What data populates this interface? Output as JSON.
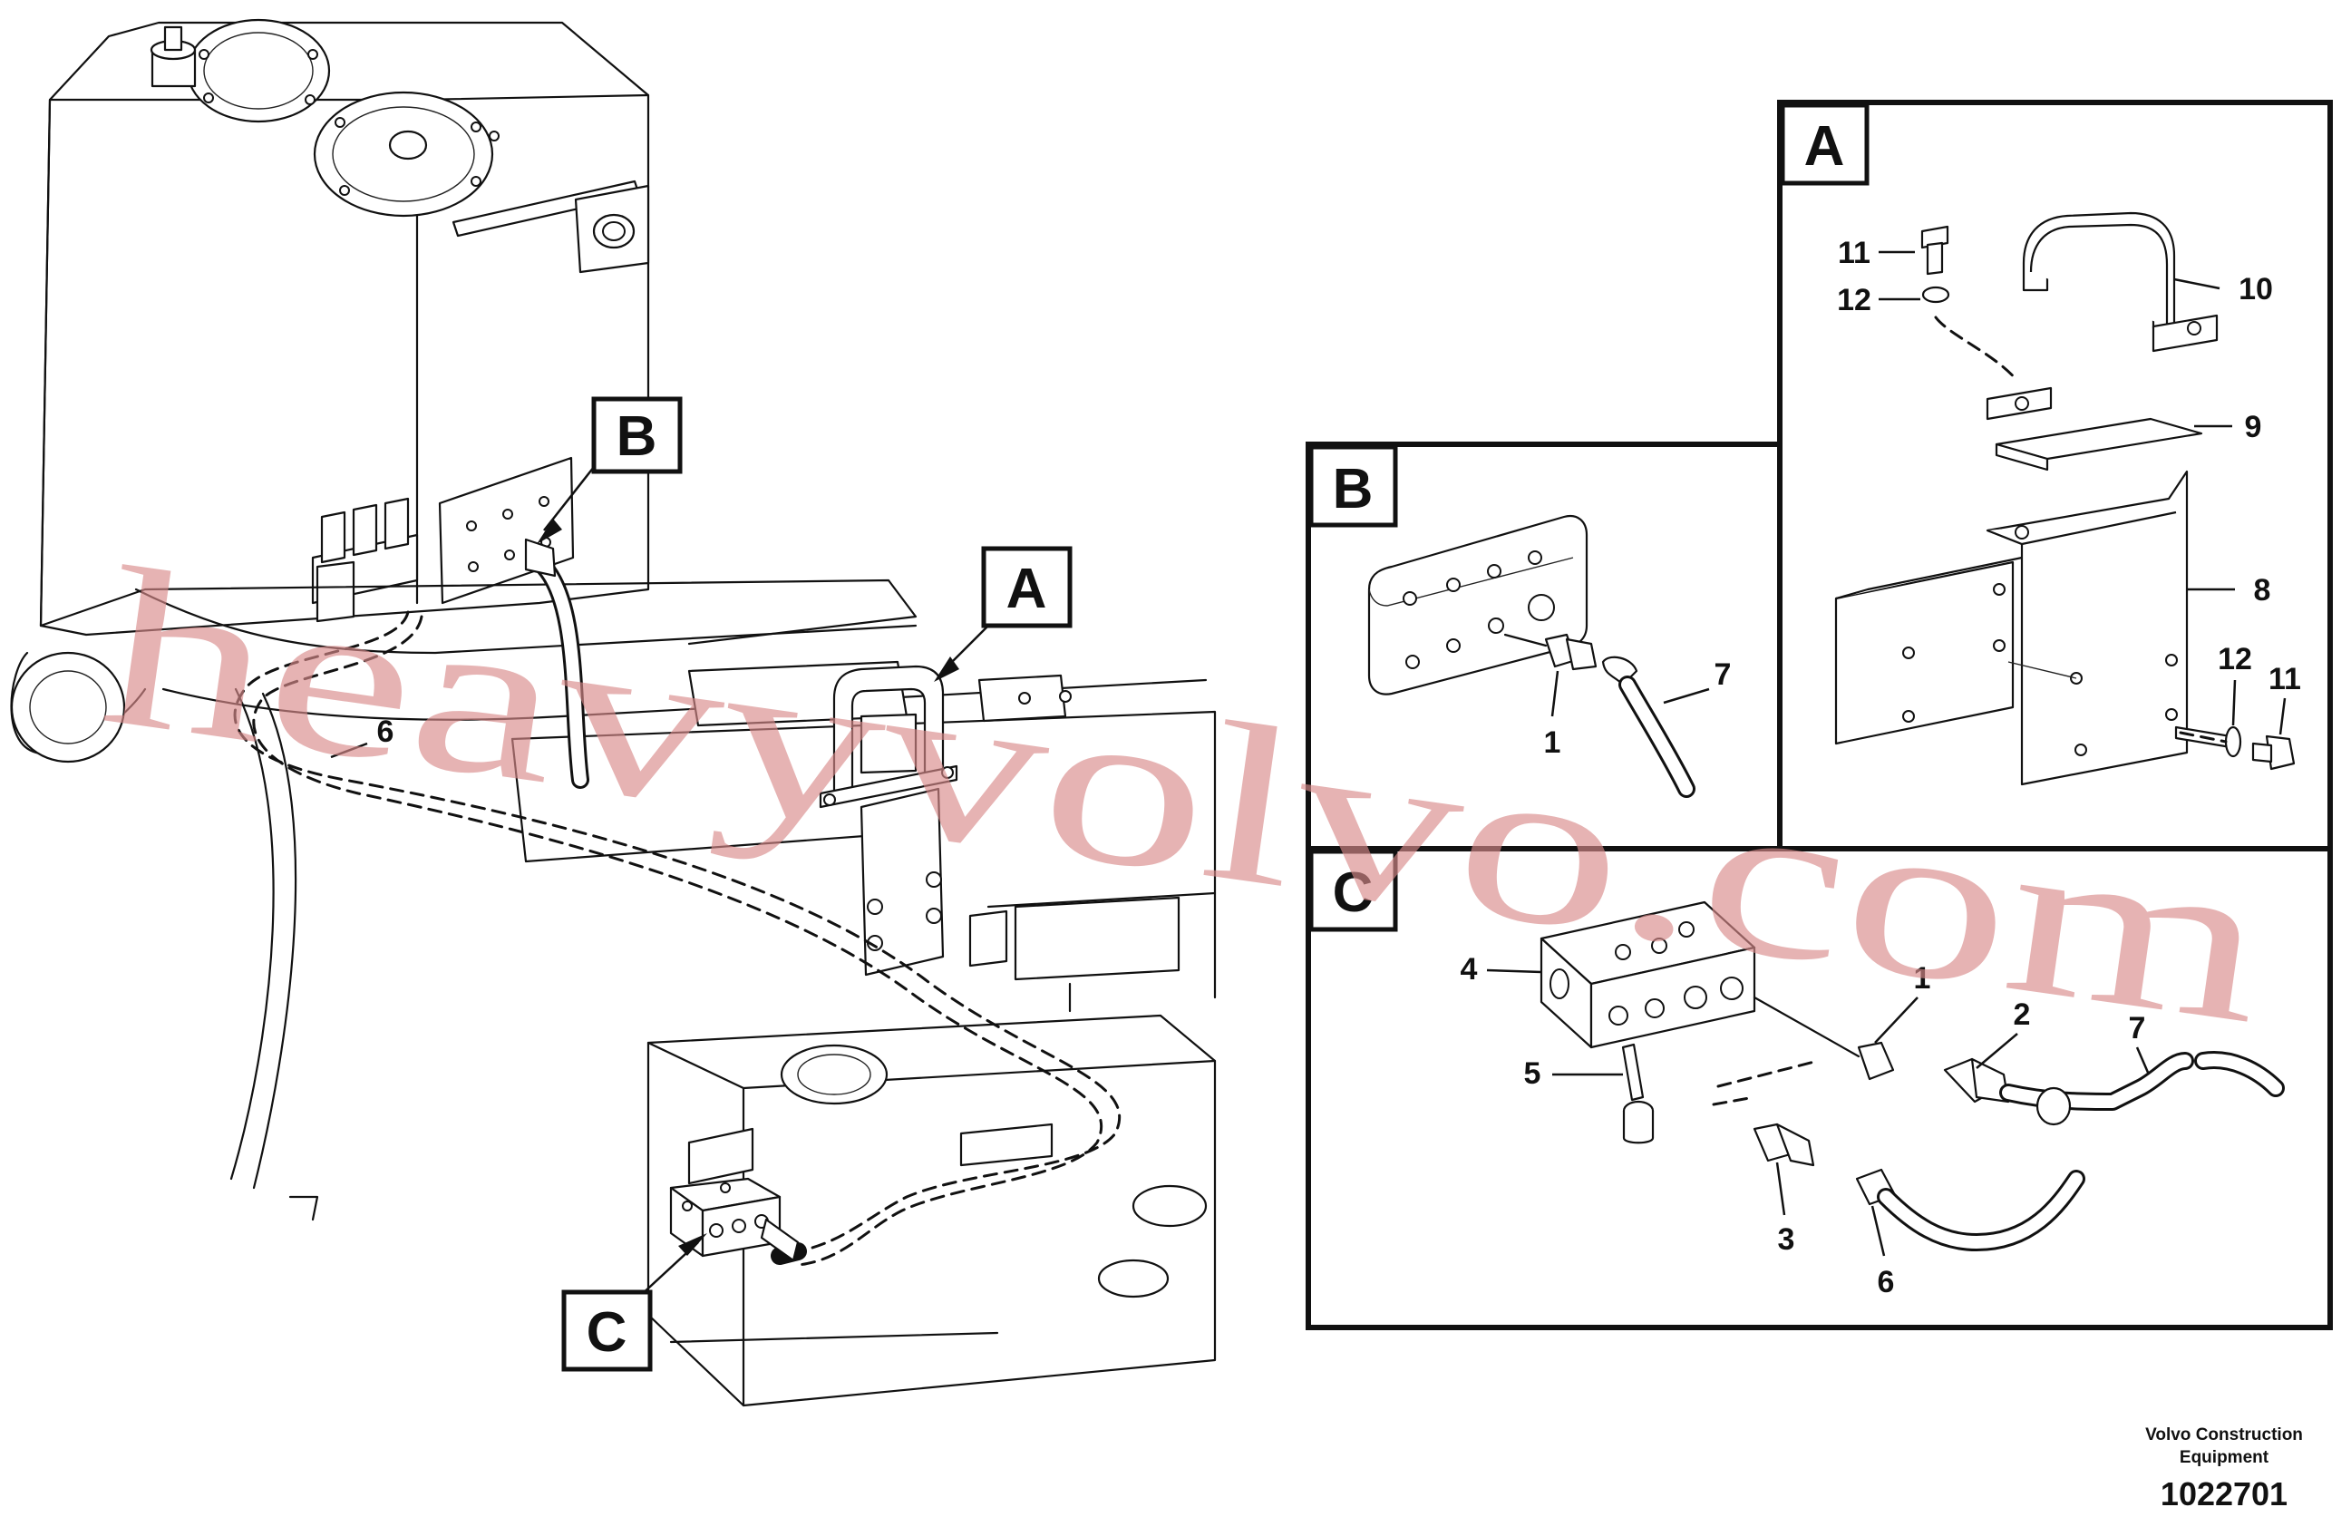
{
  "views": {
    "main": {
      "callouts": {
        "A": "A",
        "B": "B",
        "C": "C"
      },
      "parts": {
        "p6": "6"
      }
    },
    "detail_a": {
      "label": "A",
      "parts": [
        "11",
        "12",
        "10",
        "9",
        "8",
        "12",
        "11"
      ]
    },
    "detail_b": {
      "label": "B",
      "parts": [
        "7",
        "1"
      ]
    },
    "detail_c": {
      "label": "C",
      "parts": [
        "4",
        "5",
        "1",
        "2",
        "7",
        "3",
        "6"
      ]
    }
  },
  "footer": {
    "company_line1": "Volvo Construction",
    "company_line2": "Equipment",
    "drawing_number": "1022701"
  },
  "watermark": "heavyvolvo.com"
}
